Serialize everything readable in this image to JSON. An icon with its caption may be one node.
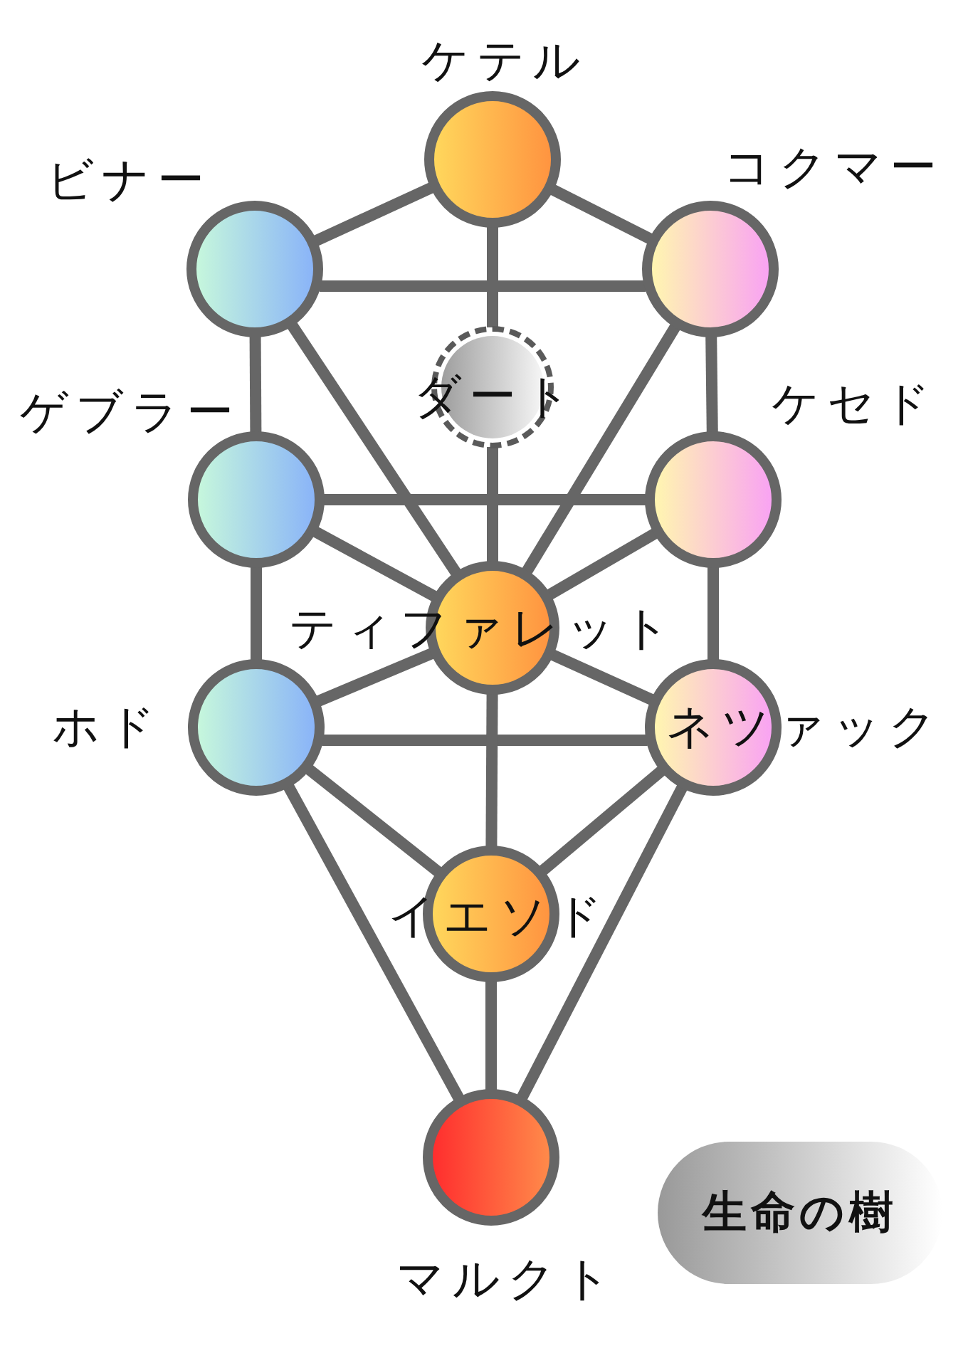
{
  "diagram": {
    "nodes": [
      {
        "text": [
          "ケテル"
        ]
      },
      {
        "text": [
          "ビナー"
        ]
      },
      {
        "text": [
          "コクマー"
        ]
      },
      {
        "text": [
          "ダート"
        ]
      },
      {
        "text": [
          "ゲブラー"
        ]
      },
      {
        "text": [
          "ケセド"
        ]
      },
      {
        "text": [
          "ティファレット"
        ]
      },
      {
        "text": [
          "ホド"
        ]
      },
      {
        "text": [
          "ネツァック"
        ]
      },
      {
        "text": [
          "イエソド"
        ]
      },
      {
        "text": [
          "マルクト"
        ]
      },
      {
        "text": [
          "生命の樹"
        ]
      }
    ],
    "edges": [
      {
        "from": 0,
        "to": 1,
        "arrow": "none"
      },
      {
        "from": 0,
        "to": 2,
        "arrow": "none"
      },
      {
        "from": 0,
        "to": 3,
        "arrow": "none"
      },
      {
        "from": 1,
        "to": 2,
        "arrow": "none"
      },
      {
        "from": 1,
        "to": 4,
        "arrow": "none"
      },
      {
        "from": 1,
        "to": 6,
        "arrow": "none"
      },
      {
        "from": 2,
        "to": 5,
        "arrow": "none"
      },
      {
        "from": 2,
        "to": 6,
        "arrow": "none"
      },
      {
        "from": 3,
        "to": 6,
        "arrow": "none"
      },
      {
        "from": 4,
        "to": 5,
        "arrow": "none"
      },
      {
        "from": 4,
        "to": 6,
        "arrow": "none"
      },
      {
        "from": 5,
        "to": 6,
        "arrow": "none"
      },
      {
        "from": 4,
        "to": 7,
        "arrow": "none"
      },
      {
        "from": 5,
        "to": 8,
        "arrow": "none"
      },
      {
        "from": 7,
        "to": 8,
        "arrow": "none"
      },
      {
        "from": 7,
        "to": 6,
        "arrow": "none"
      },
      {
        "from": 8,
        "to": 6,
        "arrow": "none"
      },
      {
        "from": 6,
        "to": 9,
        "arrow": "none"
      },
      {
        "from": 7,
        "to": 9,
        "arrow": "none"
      },
      {
        "from": 8,
        "to": 9,
        "arrow": "none"
      },
      {
        "from": 7,
        "to": 10,
        "arrow": "none"
      },
      {
        "from": 8,
        "to": 10,
        "arrow": "none"
      },
      {
        "from": 9,
        "to": 10,
        "arrow": "none"
      }
    ]
  }
}
